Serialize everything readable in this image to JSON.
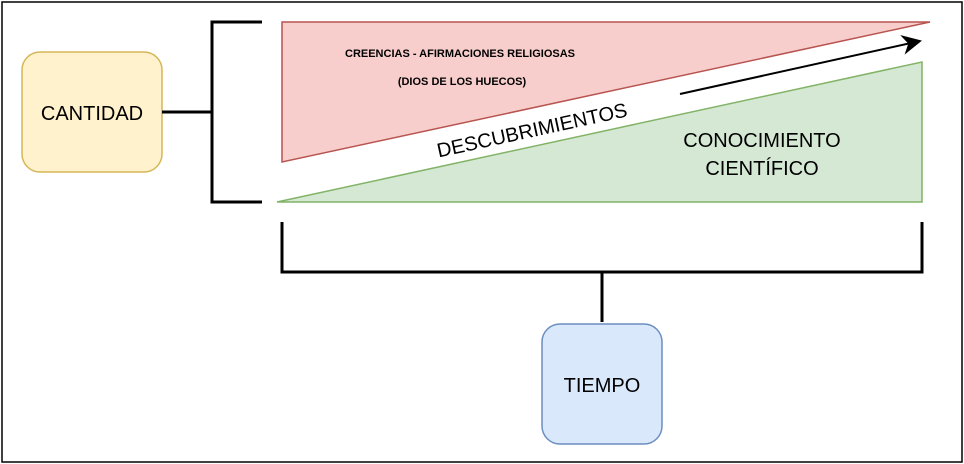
{
  "nodes": {
    "quantity": "CANTIDAD",
    "time": "TIEMPO",
    "beliefs_line1": "CREENCIAS - AFIRMACIONES RELIGIOSAS",
    "beliefs_line2": "(DIOS DE LOS HUECOS)",
    "discoveries": "DESCUBRIMIENTOS",
    "knowledge_line1": "CONOCIMIENTO",
    "knowledge_line2": "CIENTÍFICO"
  },
  "colors": {
    "quantity_fill": "#fff2cc",
    "quantity_stroke": "#d6b656",
    "time_fill": "#dae8fc",
    "time_stroke": "#6c8ebf",
    "beliefs_fill": "#f8cecc",
    "beliefs_stroke": "#b85450",
    "knowledge_fill": "#d5e8d4",
    "knowledge_stroke": "#82b366"
  }
}
